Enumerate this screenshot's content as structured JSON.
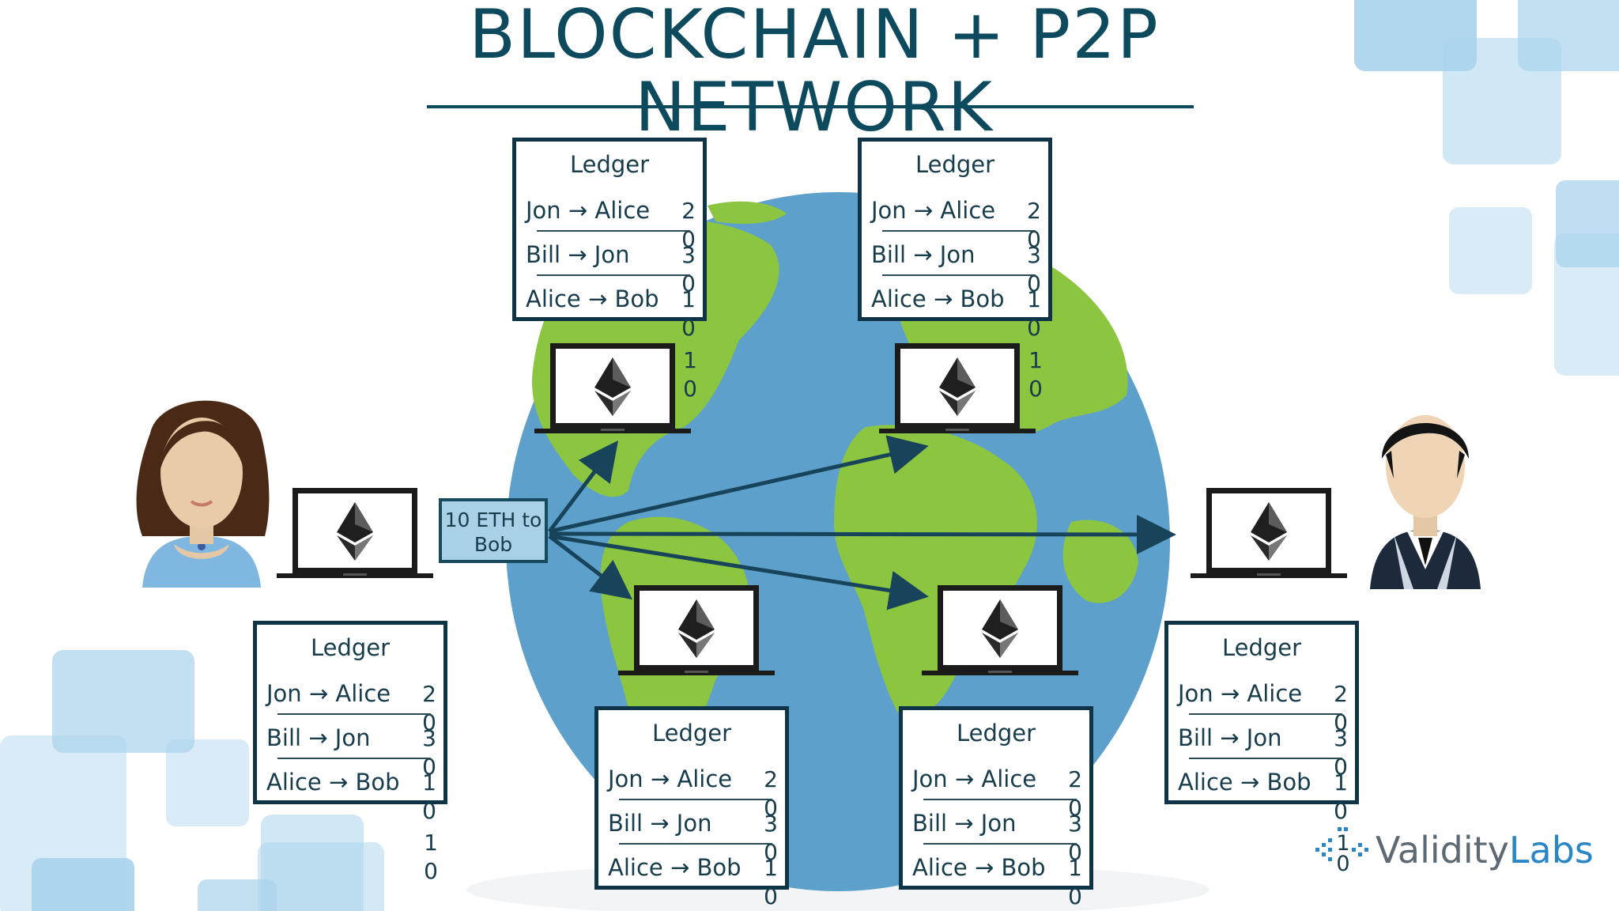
{
  "title": "BLOCKCHAIN + P2P NETWORK",
  "colors": {
    "title": "#0d4a5e",
    "ocean": "#5da0cb",
    "land": "#8cc540",
    "box_border": "#0f3447",
    "tx_fill": "#a8d1e8",
    "deco_square": "#a9d3ec"
  },
  "ledger": {
    "heading": "Ledger",
    "rows": [
      {
        "text": "Jon → Alice",
        "amount": "20"
      },
      {
        "text": "Bill → Jon",
        "amount": "30"
      },
      {
        "text": "Alice → Bob",
        "amount": "10"
      }
    ]
  },
  "transaction_label": "10 ETH to Bob",
  "icons": {
    "laptop": "laptop-ethereum-icon",
    "alice": "woman-avatar-icon",
    "bob": "man-avatar-icon",
    "globe": "globe-icon",
    "logo": "validitylabs-logo-icon"
  },
  "brand": {
    "prefix": "Validity",
    "suffix": "Labs",
    "badge": "10"
  }
}
